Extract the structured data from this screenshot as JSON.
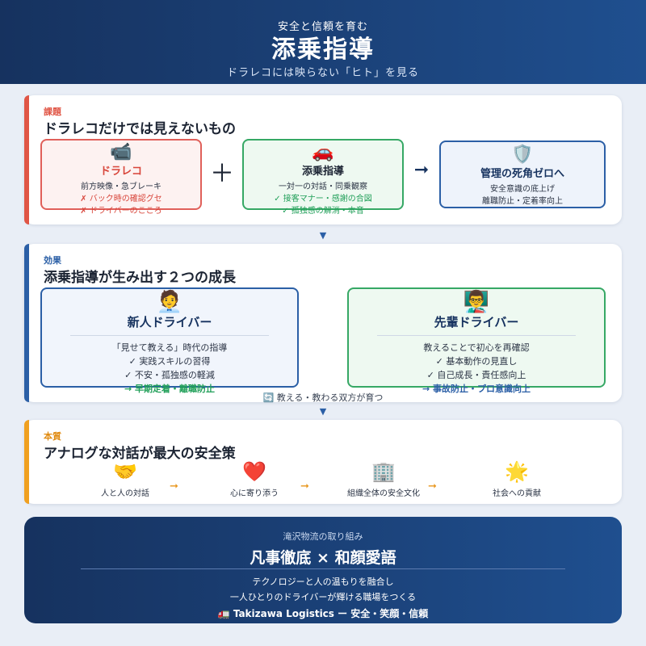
{
  "header": {
    "kicker": "安全と信頼を育む",
    "title": "添乗指導",
    "subtitle": "ドラレコには映らない「ヒト」を見る"
  },
  "issue": {
    "tag": "課題",
    "title": "ドラレコだけでは見えないもの",
    "plus": "＋",
    "arrow": "➞",
    "dashcam": {
      "icon": "📹",
      "title": "ドラレコ",
      "lines": [
        "前方映像・急ブレーキ",
        "✗ バック時の確認グセ",
        "✗ ドライバーのこころ"
      ]
    },
    "ride": {
      "icon": "🚗",
      "title": "添乗指導",
      "lines": [
        "一対一の対話・同乗観察",
        "✓ 接客マナー・感謝の合図",
        "✓ 孤独感の解消・本音"
      ]
    },
    "mgmt": {
      "icon": "🛡️",
      "title": "管理の死角ゼロへ",
      "lines": [
        "安全意識の底上げ",
        "離職防止・定着率向上"
      ]
    }
  },
  "effect": {
    "tag": "効果",
    "title": "添乗指導が生み出す２つの成長",
    "newbie": {
      "icon": "🧑‍💼",
      "title": "新人ドライバー",
      "lines": [
        "「見せて教える」時代の指導",
        "✓ 実践スキルの習得",
        "✓ 不安・孤独感の軽減"
      ],
      "result": "→ 早期定着・離職防止"
    },
    "senior": {
      "icon": "👨‍🏫",
      "title": "先輩ドライバー",
      "lines": [
        "教えることで初心を再確認",
        "✓ 基本動作の見直し",
        "✓ 自己成長・責任感向上"
      ],
      "result": "→ 事故防止・プロ意識向上"
    },
    "mutual": "🔄 教える・教わる双方が育つ"
  },
  "essence": {
    "tag": "本質",
    "title": "アナログな対話が最大の安全策",
    "arrow": "➞",
    "flow": [
      {
        "icon": "🤝",
        "label": "人と人の対話"
      },
      {
        "icon": "❤️",
        "label": "心に寄り添う"
      },
      {
        "icon": "🏢",
        "label": "組織全体の安全文化"
      },
      {
        "icon": "🌟",
        "label": "社会への貢献"
      }
    ]
  },
  "footer": {
    "kicker": "滝沢物流の取り組み",
    "title": "凡事徹底 × 和顔愛語",
    "line1": "テクノロジーと人の温もりを融合し",
    "line2": "一人ひとりのドライバーが輝ける職場をつくる",
    "brand": "🚛 Takizawa Logistics ー 安全・笑顔・信頼"
  },
  "arrows": {
    "down": "▼"
  },
  "colors": {
    "navy": "#16325f",
    "red": "#e05545",
    "green": "#22a05a",
    "blue": "#2b5fa6",
    "orange": "#f0a020"
  }
}
